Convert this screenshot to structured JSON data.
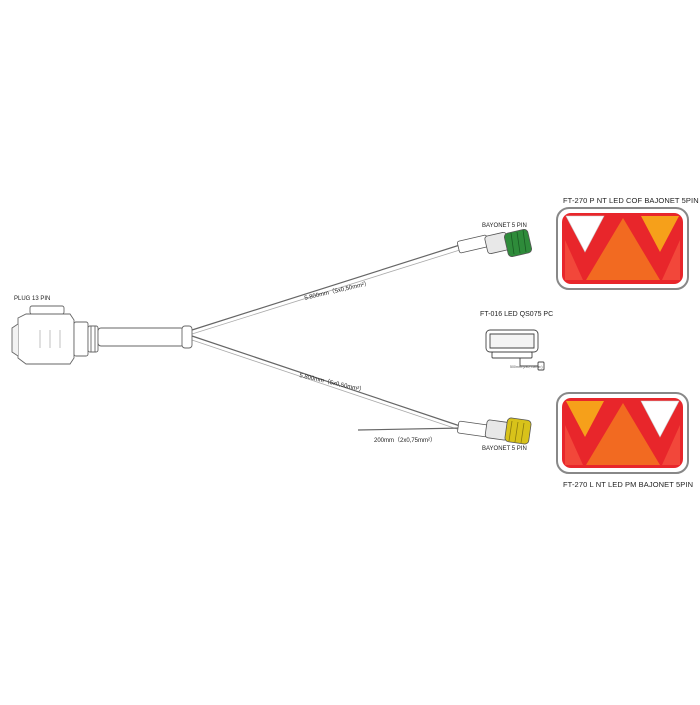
{
  "labels": {
    "plug": "PLUG 13 PIN",
    "bayonet_top": "BAYONET 5 PIN",
    "bayonet_bottom": "BAYONET 5 PIN",
    "lamp_right": "FT-270 P NT LED COF BAJONET 5PIN",
    "lamp_left": "FT-270 L NT LED PM BAJONET 5PIN",
    "marker": "FT-016 LED QS075 PC",
    "marker_cable": "500mm (2x0,75mm²)",
    "cable_top": "5.800mm（5x0,50mm²）",
    "cable_bottom": "5.800mm（5x0,50mm²）",
    "tail_cable": "200mm（2x0,75mm²）"
  },
  "colors": {
    "red": "#e8262b",
    "orange": "#f26a21",
    "amber": "#f6a01a",
    "white_lens": "#ffffff",
    "housing": "#9a9a9a",
    "green_connector": "#2e8b3a",
    "yellow_connector": "#d8c21a"
  }
}
